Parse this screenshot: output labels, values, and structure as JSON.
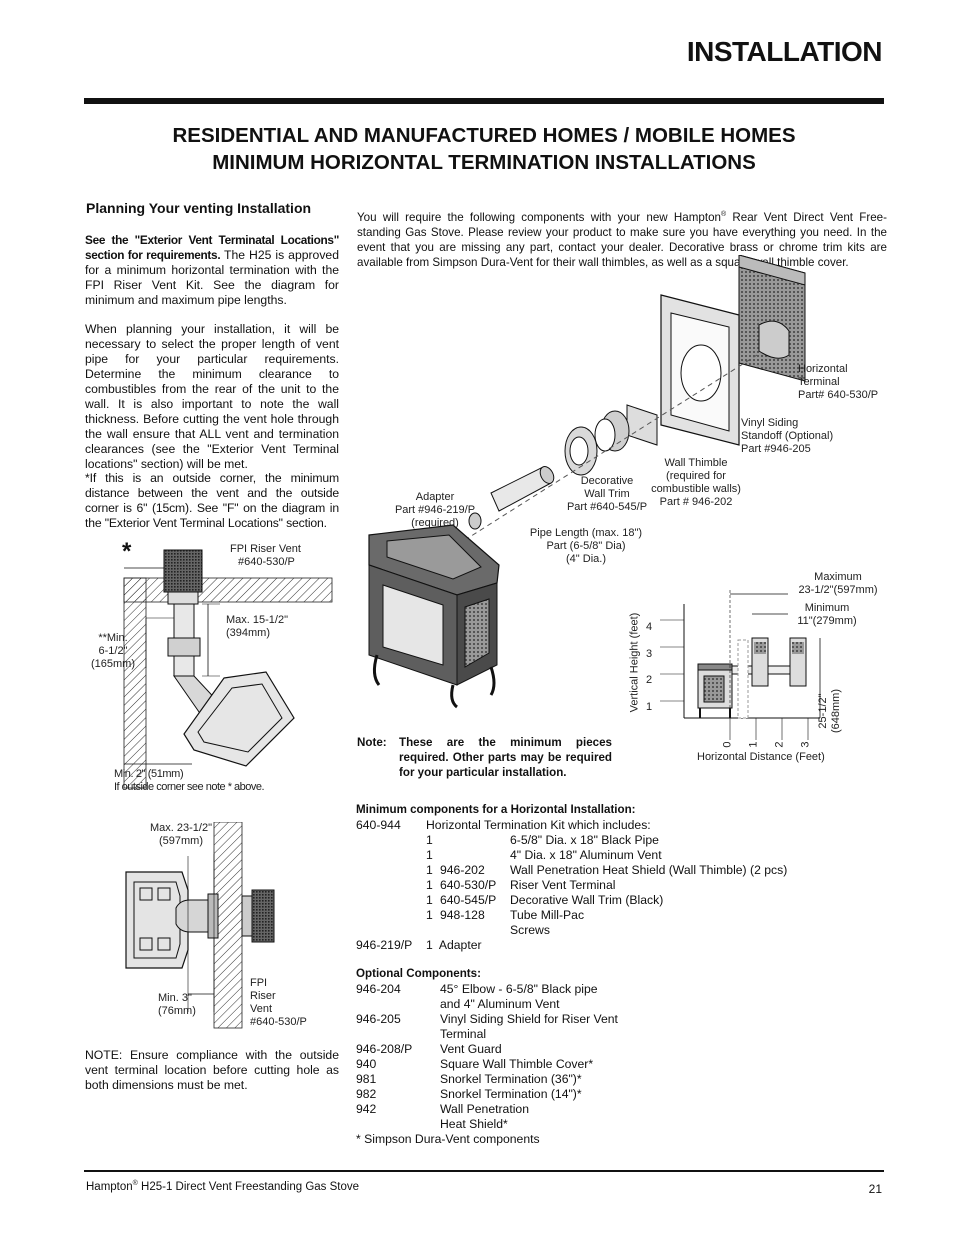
{
  "header": {
    "title": "INSTALLATION"
  },
  "section_title": {
    "line1": "RESIDENTIAL AND MANUFACTURED HOMES / MOBILE HOMES",
    "line2": "MINIMUM HORIZONTAL TERMINATION INSTALLATIONS"
  },
  "left": {
    "subheading": "Planning Your venting Installation",
    "p1_bold": "See the \"Exterior Vent Terminatal Locations\" section for requirements.",
    "p1_rest": " The H25 is approved for a minimum horizontal termination with the FPI Riser Vent Kit. See the diagram for minimum and maximum pipe lengths.",
    "p2": "When planning your installation, it will be necessary to select the proper length of vent pipe for your particular requirements. Determine the minimum clearance to combustibles from the rear of the unit to the wall. It is also important to note the wall thickness. Before cutting the vent hole through the wall ensure that ALL vent and termination clearances (see the \"Exterior Vent Terminal locations\" section) will be met.",
    "p3": "*If this is an outside corner, the minimum distance between the vent and the outside corner is 6\" (15cm). See \"F\" on the diagram in the \"Exterior Vent Terminal Locations\" section.",
    "note": "NOTE: Ensure compliance with the outside vent terminal location before cutting hole as both dimensions must be met."
  },
  "diagram1": {
    "asterisk": "*",
    "riser_l1": "FPI Riser Vent",
    "riser_l2": "#640-530/P",
    "max_l1": "Max. 15-1/2\"",
    "max_l2": "(394mm)",
    "min_l1": "**Min.",
    "min_l2": "6-1/2\"",
    "min_l3": "(165mm)",
    "min2": "Min. 2\" (51mm)",
    "outside": "If outside corner see note * above."
  },
  "diagram2": {
    "max_l1": "Max. 23-1/2\"",
    "max_l2": "(597mm)",
    "min_l1": "Min. 3\"",
    "min_l2": "(76mm)",
    "fpi_l1": "FPI",
    "fpi_l2": "Riser",
    "fpi_l3": "Vent",
    "fpi_l4": "#640-530/P"
  },
  "right": {
    "intro_a": "You will require the following components with your new Hampton",
    "intro_b": " Rear Vent Direct Vent Free-standing Gas Stove. Please review your product to make sure you have everything you need. In the event that you are missing any part, contact your dealer. Decorative brass or chrome trim kits are available from Simpson Dura-Vent for their wall thimbles, as well as a square wall thimble cover.",
    "reg": "®"
  },
  "exploded": {
    "horiz_l1": "Horizontal",
    "horiz_l2": "Terminal",
    "horiz_l3": "Part# 640-530/P",
    "vinyl_l1": "Vinyl Siding",
    "vinyl_l2": "Standoff (Optional)",
    "vinyl_l3": "Part #946-205",
    "thimble_l1": "Wall Thimble",
    "thimble_l2": "(required for",
    "thimble_l3": "combustible walls)",
    "thimble_l4": "Part # 946-202",
    "trim_l1": "Decorative",
    "trim_l2": "Wall Trim",
    "trim_l3": "Part #640-545/P",
    "adapter_l1": "Adapter",
    "adapter_l2": "Part #946-219/P",
    "adapter_l3": "(required)",
    "pipe_l1": "Pipe Length (max. 18\")",
    "pipe_l2": "Part (6-5/8\" Dia)",
    "pipe_l3": "(4\" Dia.)"
  },
  "graph": {
    "max_l1": "Maximum",
    "max_l2": "23-1/2\"(597mm)",
    "min_l1": "Minimum",
    "min_l2": "11\"(279mm)",
    "ylabel": "Vertical Height (feet)",
    "xlabel": "Horizontal Distance (Feet)",
    "yticks": [
      "4",
      "3",
      "2",
      "1"
    ],
    "xticks": [
      "0",
      "1",
      "2",
      "3"
    ],
    "dim_l1": "25-1/2\"",
    "dim_l2": "(648mm)"
  },
  "note": {
    "label": "Note:",
    "text": "These are the minimum pieces required. Other parts may be required for your particular installation."
  },
  "components": {
    "heading": "Minimum components for a Horizontal Installation:",
    "kit_part": "640-944",
    "kit_desc": "Horizontal Termination Kit which includes:",
    "items": [
      {
        "qty": "1",
        "part": "",
        "desc": "6-5/8\" Dia. x 18\" Black Pipe"
      },
      {
        "qty": "1",
        "part": "",
        "desc": "4\" Dia. x 18\" Aluminum Vent"
      },
      {
        "qty": "1",
        "part": "946-202",
        "desc": "Wall Penetration Heat Shield (Wall Thimble) (2 pcs)"
      },
      {
        "qty": "1",
        "part": "640-530/P",
        "desc": "Riser Vent Terminal"
      },
      {
        "qty": "1",
        "part": "640-545/P",
        "desc": "Decorative Wall Trim (Black)"
      },
      {
        "qty": "1",
        "part": "948-128",
        "desc": "Tube Mill-Pac"
      },
      {
        "qty": "",
        "part": "",
        "desc": "Screws"
      }
    ],
    "adapter_part": "946-219/P",
    "adapter_desc": "1  Adapter"
  },
  "optional": {
    "heading": "Optional Components:",
    "items": [
      {
        "part": "946-204",
        "desc": "45° Elbow - 6-5/8\" Black pipe"
      },
      {
        "part": "",
        "desc": "and  4\" Aluminum Vent"
      },
      {
        "part": "946-205",
        "desc": "Vinyl Siding Shield for Riser Vent"
      },
      {
        "part": "",
        "desc": "Terminal"
      },
      {
        "part": "946-208/P",
        "desc": "Vent Guard"
      },
      {
        "part": "940",
        "desc": "Square Wall Thimble Cover*"
      },
      {
        "part": "981",
        "desc": "Snorkel Termination (36\")*"
      },
      {
        "part": "982",
        "desc": "Snorkel Termination (14\")*"
      },
      {
        "part": "942",
        "desc": "Wall Penetration"
      },
      {
        "part": "",
        "desc": "Heat Shield*"
      }
    ],
    "footnote": "* Simpson Dura-Vent  components"
  },
  "footer": {
    "product_a": "Hampton",
    "reg": "®",
    "product_b": " H25-1 Direct Vent Freestanding Gas Stove",
    "page": "21"
  }
}
